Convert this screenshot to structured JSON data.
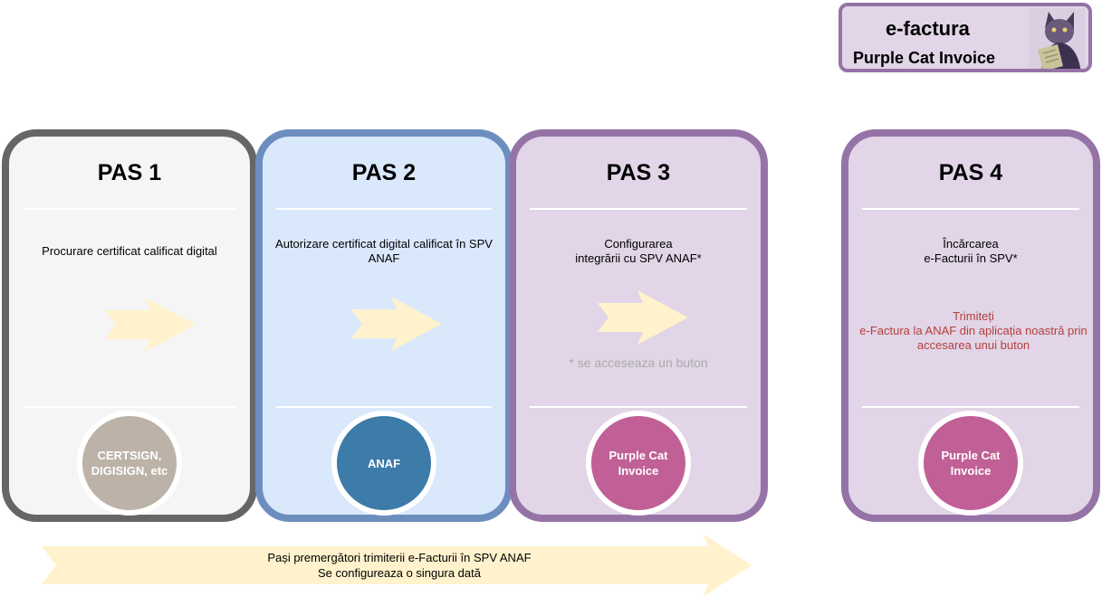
{
  "brand": {
    "title": "e-factura",
    "subtitle": "Purple Cat Invoice",
    "image_icon": "purple-cat-reading-icon"
  },
  "colors": {
    "arrow_fill": "#fff2cc",
    "gray_border": "#666666",
    "blue_border": "#6c8ebf",
    "purple_border": "#9673a6",
    "gray_fill": "#f5f5f5",
    "blue_fill": "#dae8fc",
    "purple_fill": "#e1d5e7",
    "circle_gray": "#bcb2a8",
    "circle_blue": "#3d7ba8",
    "circle_pink": "#c06096",
    "red_text": "#b5403b"
  },
  "steps": [
    {
      "title": "PAS 1",
      "description": "Procurare certificat calificat digital",
      "circle_line1": "CERTSIGN,",
      "circle_line2": "DIGISIGN, etc"
    },
    {
      "title": "PAS 2",
      "description_line1": "Autorizare certificat digital calificat în SPV",
      "description_line2": "ANAF",
      "circle_line1": "ANAF"
    },
    {
      "title": "PAS 3",
      "description_line1": "Configurarea",
      "description_line2": "integrării cu SPV ANAF*",
      "note": "* se acceseaza un buton",
      "circle_line1": "Purple Cat",
      "circle_line2": "Invoice"
    },
    {
      "title": "PAS 4",
      "description_line1": "Încărcarea",
      "description_line2": "e-Facturii în SPV*",
      "action_line1": "Trimiteți",
      "action_line2": "e-Factura la ANAF din aplicația noastră prin",
      "action_line3": "accesarea unui buton",
      "circle_line1": "Purple Cat",
      "circle_line2": "Invoice"
    }
  ],
  "bottom": {
    "line1": "Pași premergători trimiterii e-Facturii în SPV ANAF",
    "line2": "Se configureaza o singura dată"
  }
}
